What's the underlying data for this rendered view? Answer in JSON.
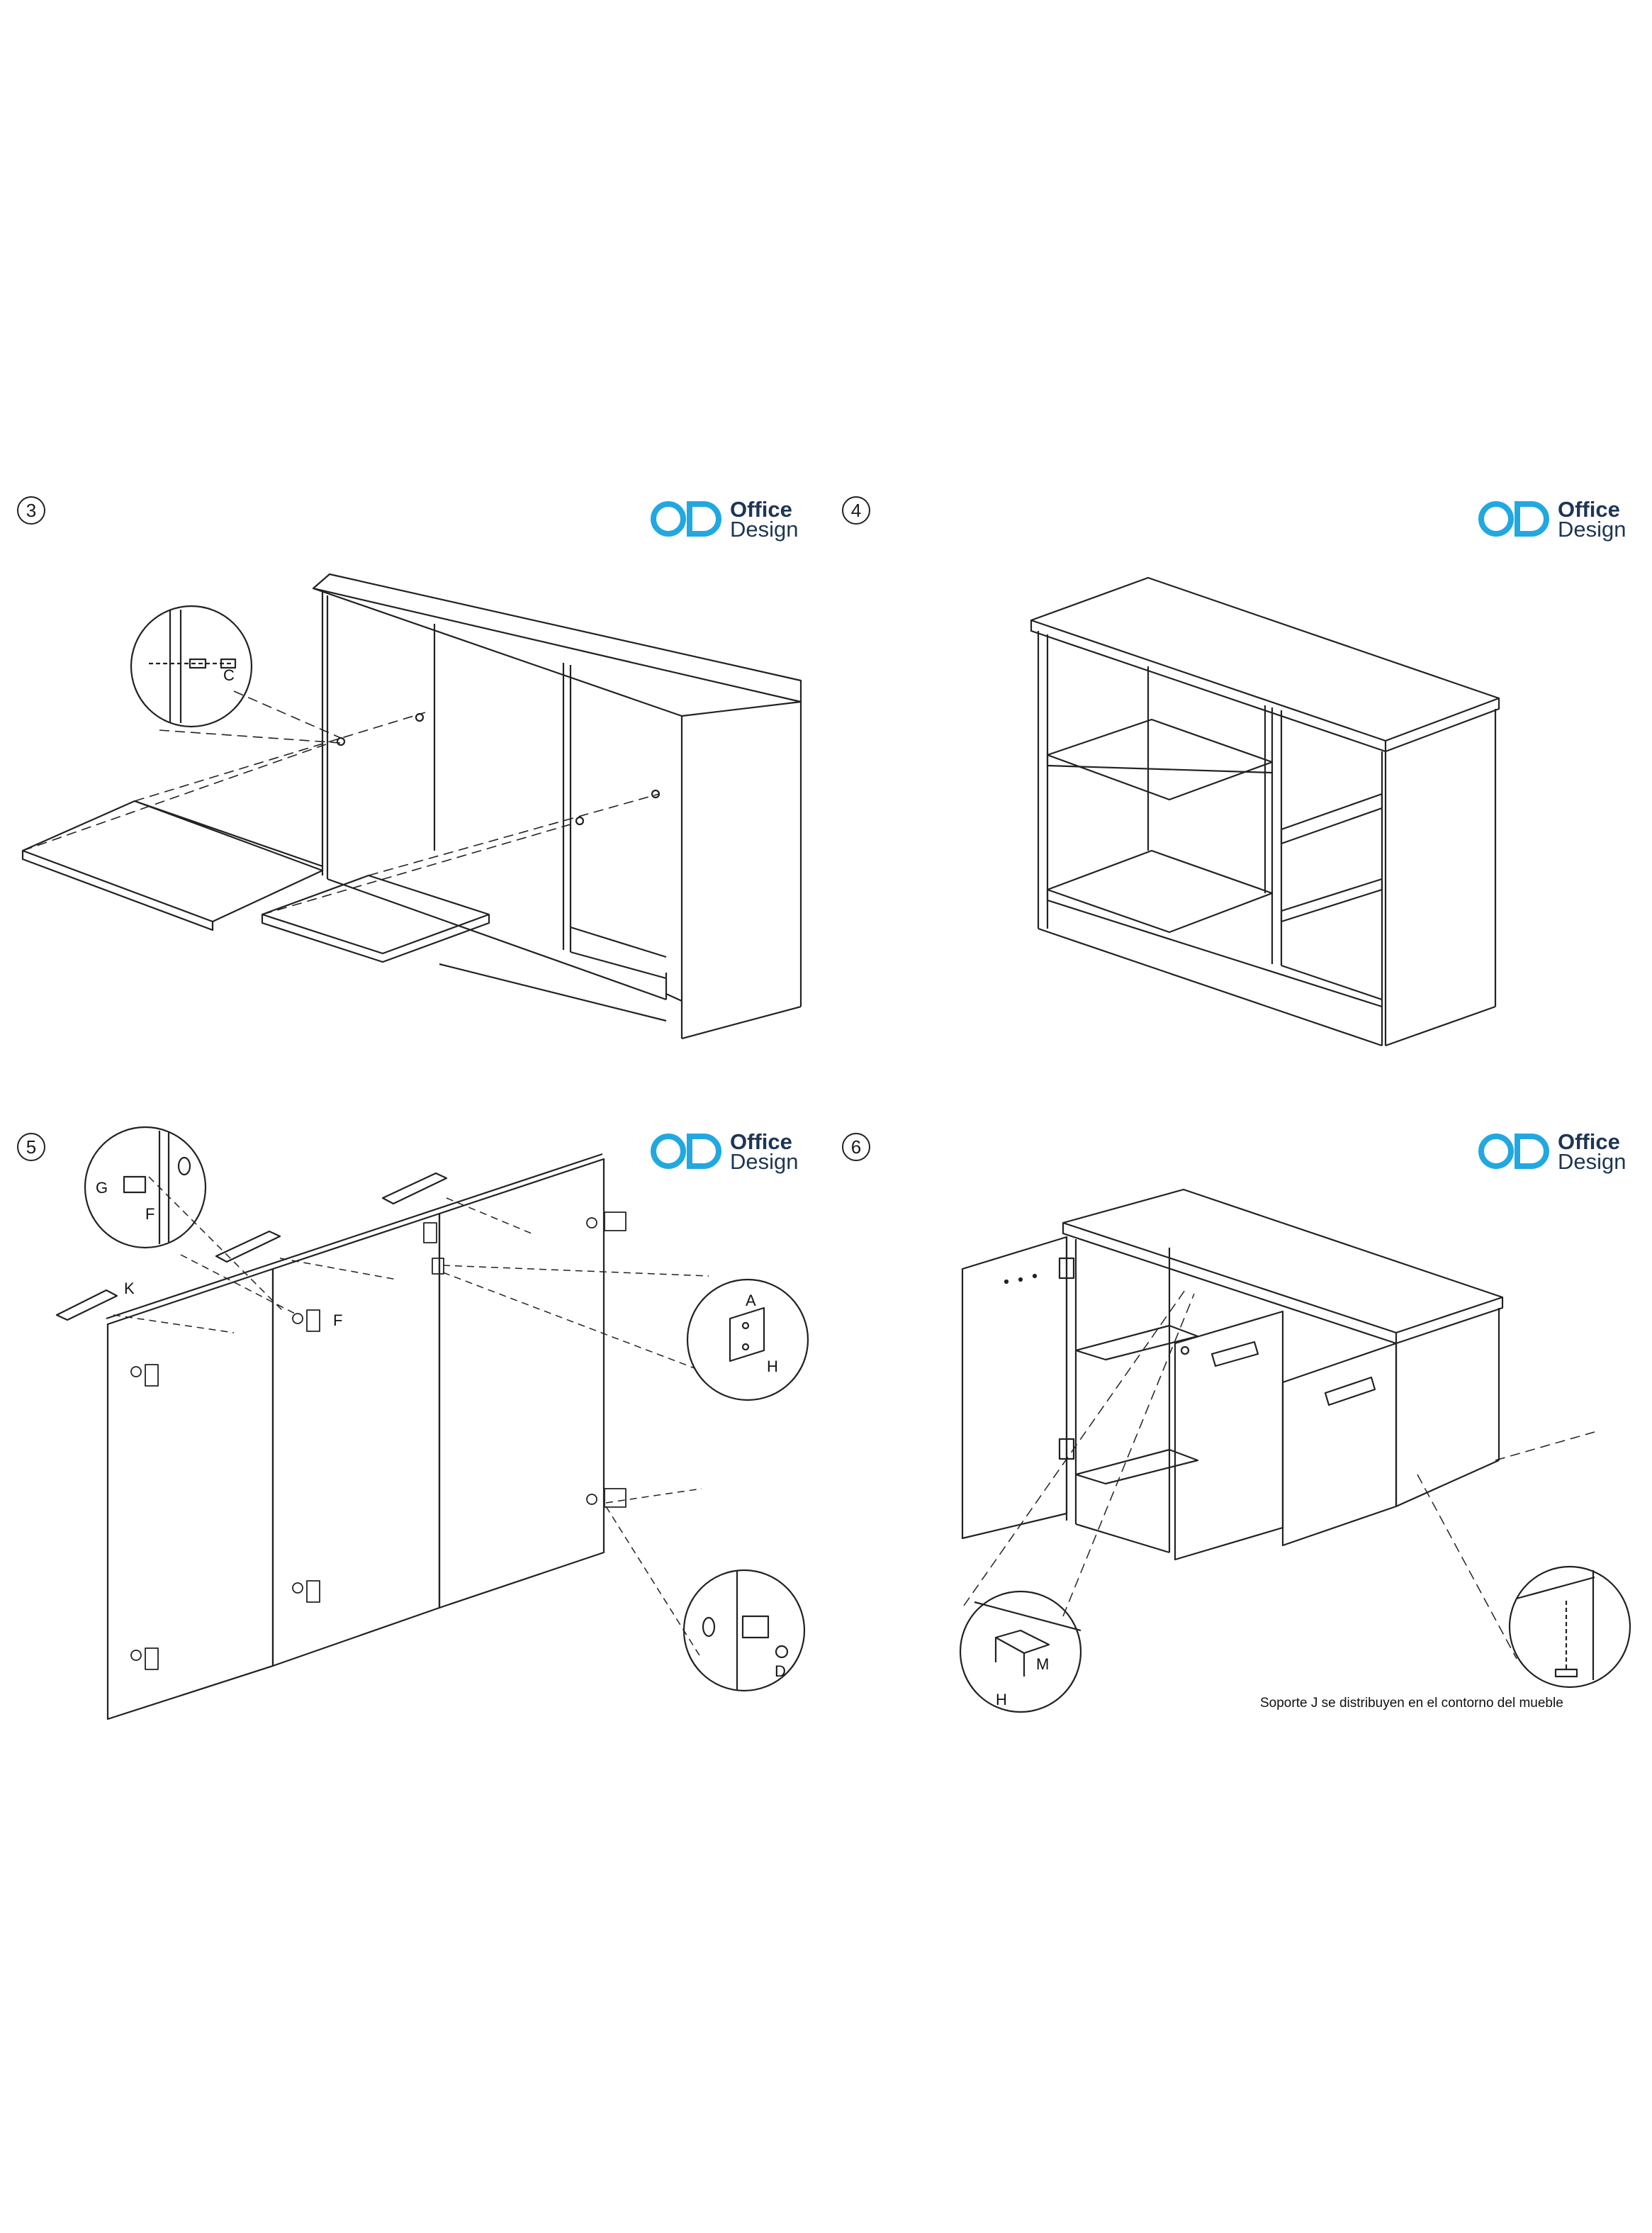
{
  "brand": {
    "name_line1": "Office",
    "name_line2": "Design",
    "color_cyan": "#22a8e0",
    "color_navy": "#1e3555"
  },
  "steps": [
    {
      "number": "3",
      "labels": [
        "C"
      ]
    },
    {
      "number": "4",
      "labels": []
    },
    {
      "number": "5",
      "labels": [
        "G",
        "F",
        "K",
        "F",
        "A",
        "H",
        "D"
      ]
    },
    {
      "number": "6",
      "labels": [
        "M",
        "H"
      ],
      "caption": "Soporte J se distribuyen en el contorno del mueble"
    }
  ]
}
